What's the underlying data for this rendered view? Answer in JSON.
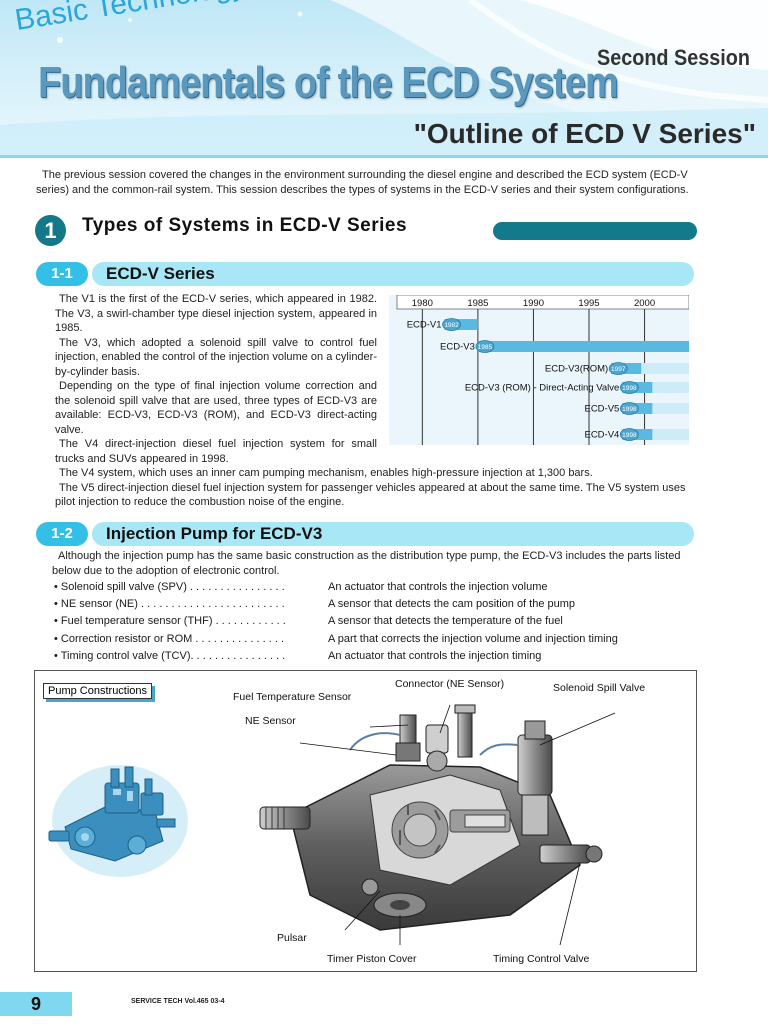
{
  "header": {
    "series": "Basic Technology Series",
    "title": "Fundamentals of the ECD System",
    "session": "Second Session",
    "subtitle": "\"Outline of ECD V Series\""
  },
  "intro": "The previous session covered the changes in the environment surrounding the diesel engine and described the ECD system (ECD-V series) and the common-rail system. This session describes the types of systems in the ECD-V series and their system configurations.",
  "section1": {
    "number": "1",
    "title": "Types of Systems in ECD-V Series"
  },
  "sub11": {
    "number": "1-1",
    "title": "ECD-V Series",
    "paragraphs": [
      "The V1 is the first of the ECD-V series, which appeared in 1982. The V3, a swirl-chamber type diesel injection system, appeared in 1985.",
      "The V3, which adopted a solenoid spill valve to control fuel injection, enabled the control of the injection volume on a cylinder-by-cylinder basis.",
      "Depending on the type of final injection volume correction and the solenoid spill valve that are used, three types of ECD-V3 are available: ECD-V3, ECD-V3 (ROM), and ECD-V3 direct-acting valve.",
      "The V4 direct-injection diesel fuel injection system for small trucks and SUVs appeared in 1998."
    ],
    "wide_paragraphs": [
      "The V4 system, which uses an inner cam pumping mechanism, enables high-pressure injection at 1,300 bars.",
      "The V5 direct-injection diesel fuel injection system for passenger vehicles appeared at about the same time. The V5 system uses pilot injection to reduce the combustion noise of the engine."
    ]
  },
  "chart_data": {
    "type": "bar",
    "orientation": "horizontal-timeline",
    "x_ticks": [
      "1980",
      "1985",
      "1990",
      "1995",
      "2000"
    ],
    "xlim": [
      1977,
      2004
    ],
    "series": [
      {
        "name": "ECD-V1",
        "start": 1982,
        "end": 1985,
        "start_label": "1982"
      },
      {
        "name": "ECD-V3",
        "start": 1985,
        "end": 2004,
        "start_label": "1985"
      },
      {
        "name": "ECD-V3(ROM)",
        "start": 1997,
        "end": 2004,
        "start_label": "1997"
      },
      {
        "name": "ECD-V3 (ROM) - Direct-Acting Valve",
        "start": 1998,
        "end": 2004,
        "start_label": "1998"
      },
      {
        "name": "ECD-V5",
        "start": 1998,
        "end": 2004,
        "start_label": "1998"
      },
      {
        "name": "ECD-V4",
        "start": 1998,
        "end": 2004,
        "start_label": "1998"
      }
    ],
    "grid": "vertical",
    "colors": {
      "bar": "#5ab9e0",
      "bar_light": "#cdecf7",
      "grid": "#333333"
    }
  },
  "sub12": {
    "number": "1-2",
    "title": "Injection Pump for ECD-V3",
    "intro": "Although the injection pump has the same basic construction as the distribution type pump, the ECD-V3 includes the parts listed below due to the adoption of electronic control.",
    "parts": [
      {
        "name": "• Solenoid spill valve (SPV) . . . . . . . . . . . . . . . .",
        "desc": "An actuator that controls the injection volume"
      },
      {
        "name": "• NE sensor (NE) . . . . . . . . . . . . . . . . . . . . . . . .",
        "desc": "A sensor that detects the cam position of the pump"
      },
      {
        "name": "• Fuel temperature sensor (THF) . . . . . . . . . . . .",
        "desc": "A sensor that detects the temperature of the fuel"
      },
      {
        "name": "• Correction resistor or ROM . . . . . . . . . . . . . . .",
        "desc": "A part that corrects the injection volume and injection timing"
      },
      {
        "name": "• Timing control valve (TCV). . . . . . . . . . . . . . . .",
        "desc": "An actuator that controls the injection timing"
      }
    ]
  },
  "figure": {
    "tag": "Pump Constructions",
    "callouts": {
      "fuel_temp": "Fuel Temperature Sensor",
      "connector": "Connector (NE Sensor)",
      "spill_valve": "Solenoid Spill Valve",
      "ne_sensor": "NE Sensor",
      "pulsar": "Pulsar",
      "timer_cover": "Timer Piston Cover",
      "tcv": "Timing Control Valve"
    }
  },
  "footer": {
    "page": "9",
    "ref": "SERVICE TECH Vol.465 03-4"
  }
}
